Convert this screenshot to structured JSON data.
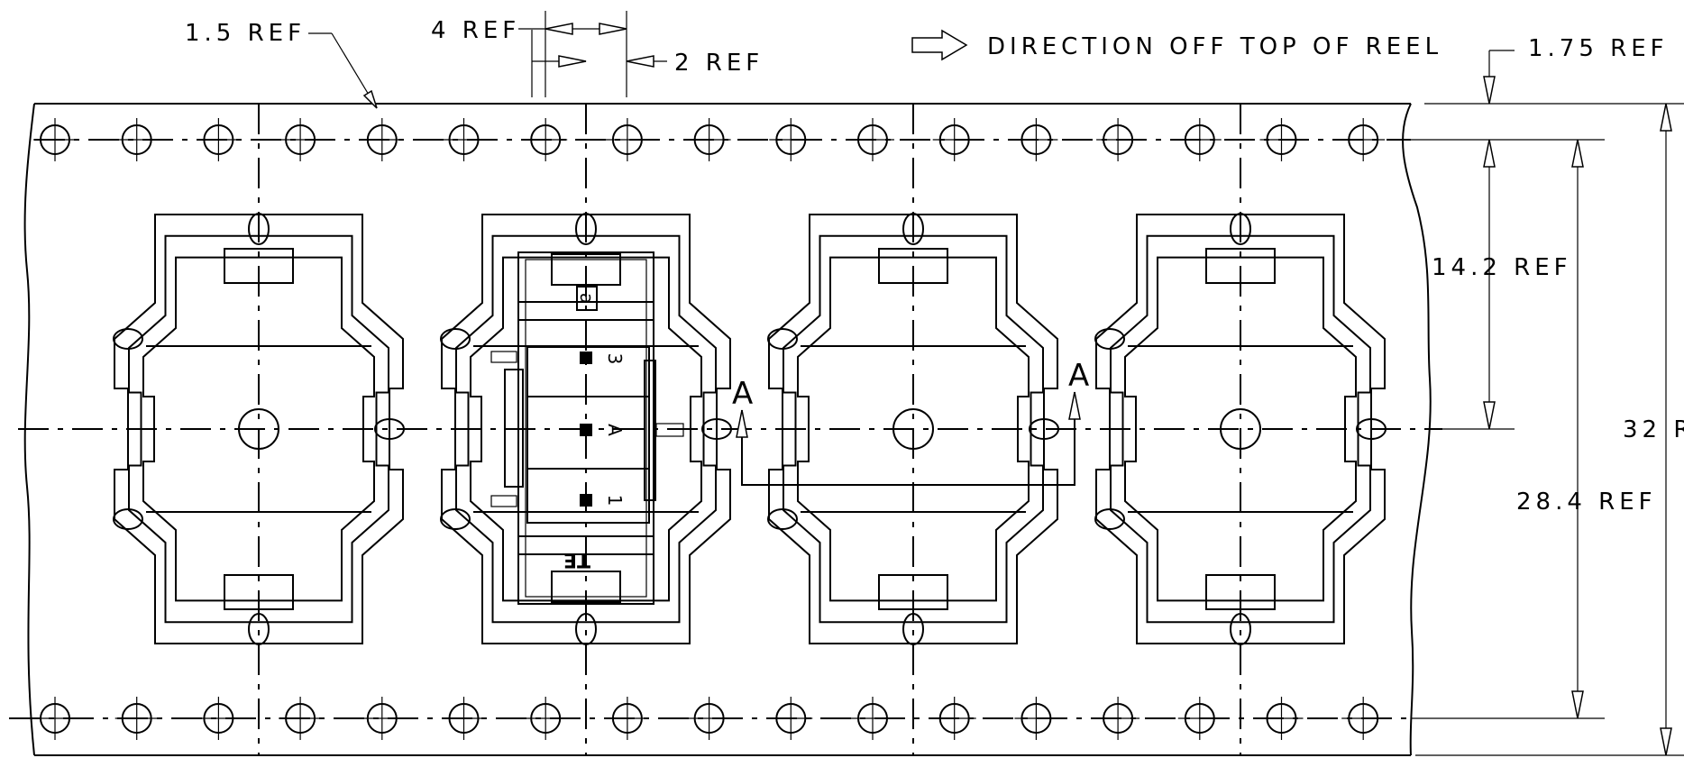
{
  "labels": {
    "pitch_hole": "1.5 REF",
    "pitch_pocket": "4 REF",
    "offset": "2 REF",
    "direction": "DIRECTION OFF TOP OF REEL",
    "edge_offset": "1.75 REF",
    "center_offset": "14.2 REF",
    "hole_spacing": "28.4 REF",
    "tape_width": "32 R",
    "section_left": "A",
    "section_right": "A"
  },
  "part_marks": {
    "top_logo": "a",
    "pin_top": "3",
    "pin_mid": "A",
    "pin_bottom": "1",
    "brand": "TE"
  }
}
